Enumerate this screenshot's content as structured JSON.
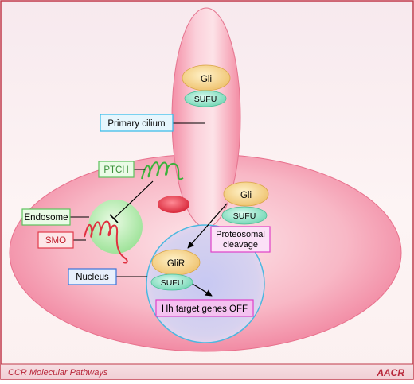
{
  "labels": {
    "gli_cilium": "Gli",
    "sufu_cilium": "SUFU",
    "primary_cilium": "Primary cilium",
    "ptch": "PTCH",
    "endosome": "Endosome",
    "smo": "SMO",
    "gli_cytoplasm": "Gli",
    "sufu_cytoplasm": "SUFU",
    "proteosomal_line1": "Proteosomal",
    "proteosomal_line2": "cleavage",
    "glir": "GliR",
    "sufu_nucleus": "SUFU",
    "nucleus": "Nucleus",
    "target_genes": "Hh target genes OFF"
  },
  "footer": {
    "title": "CCR Molecular Pathways",
    "logo_text": "AACR"
  },
  "colors": {
    "frame": "#c0394a",
    "gli_fill": "#f5d488",
    "sufu_fill": "#8ee0c4",
    "label_cyan": "#31b9e8",
    "label_green": "#5cc25c",
    "label_red": "#e03a4a",
    "label_blue": "#3a72d8",
    "label_magenta": "#e040c8",
    "target_box_fill": "#f4c2f0"
  }
}
